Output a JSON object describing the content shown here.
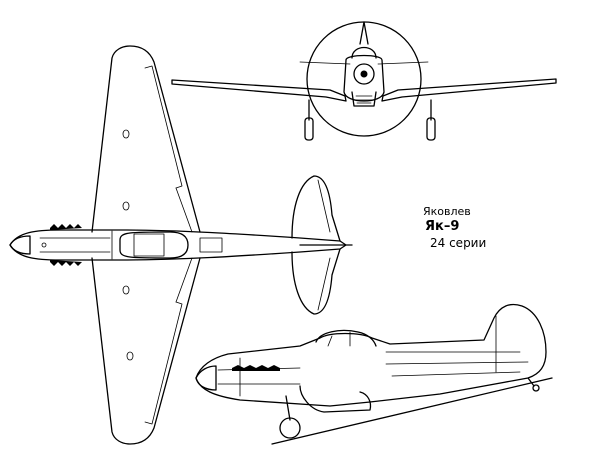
{
  "caption": {
    "manufacturer": "Яковлев",
    "model": "Як–9",
    "series": "24  серии"
  },
  "colors": {
    "line": "#000000",
    "background": "#ffffff"
  }
}
